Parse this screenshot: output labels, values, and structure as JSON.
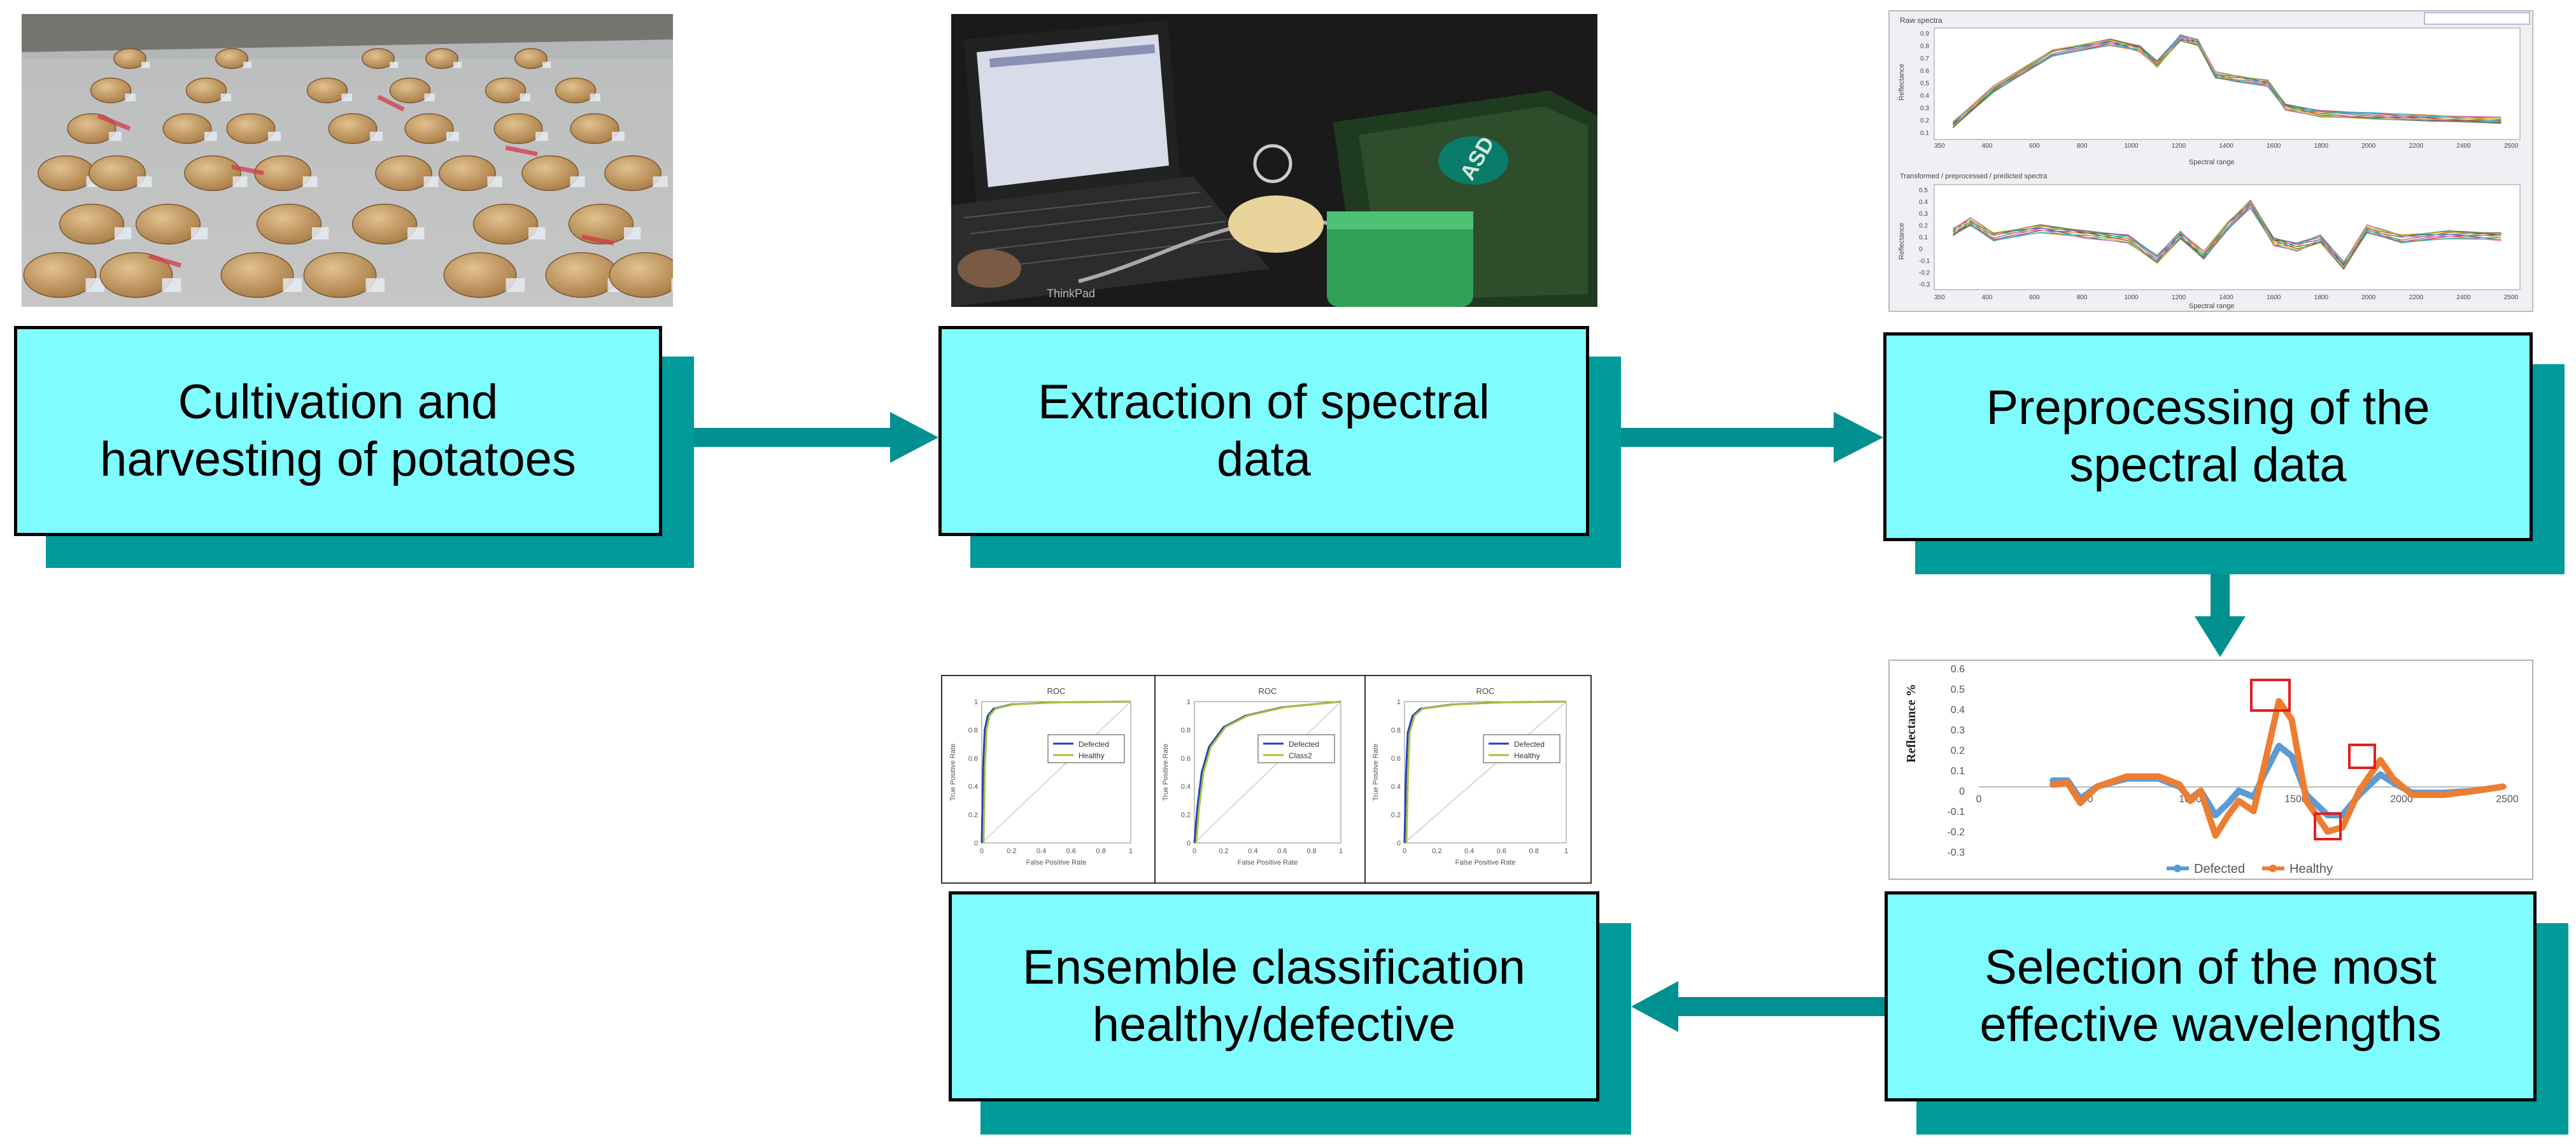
{
  "steps": [
    {
      "id": "cultivation",
      "label": "Cultivation and\nharvesting of potatoes"
    },
    {
      "id": "extraction",
      "label": "Extraction of spectral\ndata"
    },
    {
      "id": "preprocessing",
      "label": "Preprocessing of the\nspectral data"
    },
    {
      "id": "selection",
      "label": "Selection of the most\neffective wavelengths"
    },
    {
      "id": "classification",
      "label": "Ensemble classification\nhealthy/defective"
    }
  ],
  "colors": {
    "box_fill": "#7ffcff",
    "shadow": "#009a9a",
    "arrow": "#009090",
    "line_defected": "#5b9bd5",
    "line_healthy": "#ed7d31",
    "highlight": "#e02020"
  },
  "raw_spectra": {
    "title": "Raw spectra",
    "ylabel": "Reflectance",
    "xlabel": "Spectral range",
    "yticks": [
      "0.9",
      "0.8",
      "0.7",
      "0.6",
      "0.5",
      "0.4",
      "0.3",
      "0.2",
      "0.1"
    ],
    "xticks": [
      "350",
      "400",
      "600",
      "800",
      "1000",
      "1200",
      "1400",
      "1600",
      "1800",
      "2000",
      "2200",
      "2400",
      "2500"
    ]
  },
  "preprocessed_spectra": {
    "title": "Transformed / preprocessed / predicted spectra",
    "ylabel": "Reflectance",
    "xlabel": "Spectral range",
    "yticks": [
      "0.5",
      "0.4",
      "0.3",
      "0.2",
      "0.1",
      "0",
      "-0.1",
      "-0.2",
      "-0.3"
    ],
    "xticks": [
      "350",
      "400",
      "600",
      "800",
      "1000",
      "1200",
      "1400",
      "1600",
      "1800",
      "2000",
      "2200",
      "2400",
      "2500"
    ]
  },
  "wavelength_chart": {
    "ylabel": "Reflectance %",
    "yticks": [
      "0.6",
      "0.5",
      "0.4",
      "0.3",
      "0.2",
      "0.1",
      "0",
      "-0.1",
      "-0.2",
      "-0.3"
    ],
    "xticks": [
      "0",
      "500",
      "1000",
      "1500",
      "2000",
      "2500"
    ],
    "legend": [
      "Defected",
      "Healthy"
    ]
  },
  "roc_charts": [
    {
      "title": "ROC",
      "legend": [
        "Defected",
        "Healthy"
      ],
      "xlabel": "False Positive Rate",
      "ylabel": "True Positive Rate"
    },
    {
      "title": "ROC",
      "legend": [
        "Defected",
        "Class2"
      ],
      "xlabel": "False Positive Rate",
      "ylabel": "True Positive Rate"
    },
    {
      "title": "ROC",
      "legend": [
        "Defected",
        "Healthy"
      ],
      "xlabel": "False Positive Rate",
      "ylabel": "True Positive Rate"
    }
  ],
  "roc_ticks": [
    "0",
    "0.2",
    "0.4",
    "0.6",
    "0.8",
    "1"
  ],
  "photo_details": {
    "laptop_brand": "ThinkPad",
    "device_logo": "ASD"
  }
}
